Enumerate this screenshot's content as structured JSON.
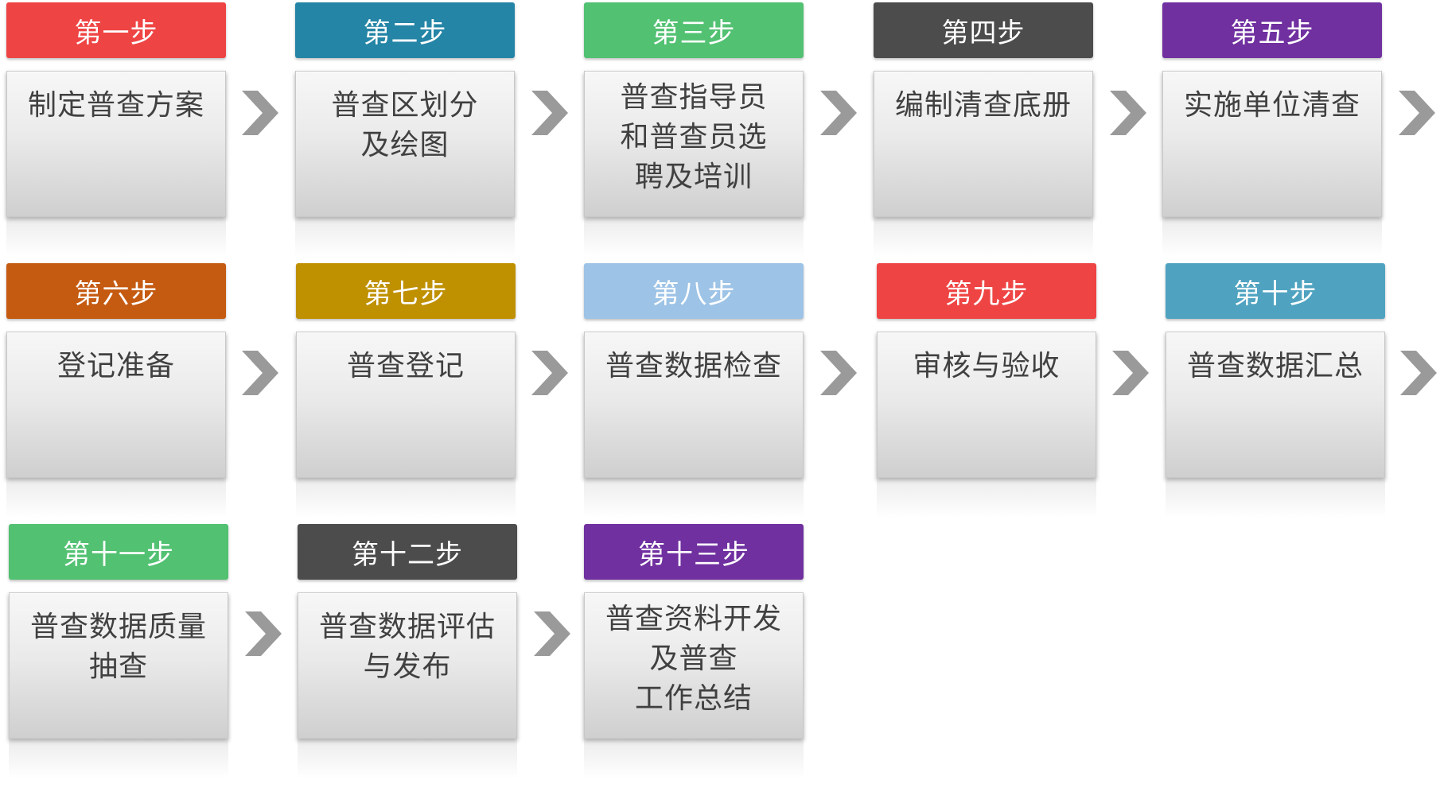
{
  "colors": {
    "red": "#ef4444",
    "teal": "#2485a6",
    "green": "#52c172",
    "dark": "#4c4c4c",
    "purple": "#7030a0",
    "orange": "#c55a11",
    "gold": "#bf9000",
    "lightblue": "#9dc3e6",
    "steelblue": "#4fa3c0",
    "arrow": "#9a9a9a"
  },
  "steps": [
    {
      "label": "第一步",
      "content": "制定普查方案",
      "color": "#ef4444"
    },
    {
      "label": "第二步",
      "content": "普查区划分\n及绘图",
      "color": "#2485a6"
    },
    {
      "label": "第三步",
      "content": "普查指导员\n和普查员选\n聘及培训",
      "color": "#52c172"
    },
    {
      "label": "第四步",
      "content": "编制清查底册",
      "color": "#4c4c4c"
    },
    {
      "label": "第五步",
      "content": "实施单位清查",
      "color": "#7030a0"
    },
    {
      "label": "第六步",
      "content": "登记准备",
      "color": "#c55a11"
    },
    {
      "label": "第七步",
      "content": "普查登记",
      "color": "#bf9000"
    },
    {
      "label": "第八步",
      "content": "普查数据检查",
      "color": "#9dc3e6"
    },
    {
      "label": "第九步",
      "content": "审核与验收",
      "color": "#ef4444"
    },
    {
      "label": "第十步",
      "content": "普查数据汇总",
      "color": "#4fa3c0"
    },
    {
      "label": "第十一步",
      "content": "普查数据质量\n抽查",
      "color": "#52c172"
    },
    {
      "label": "第十二步",
      "content": "普查数据评估\n与发布",
      "color": "#4c4c4c"
    },
    {
      "label": "第十三步",
      "content": "普查资料开发\n及普查\n工作总结",
      "color": "#7030a0"
    }
  ],
  "arrows": [
    {
      "icon": "chevron-right-icon"
    },
    {
      "icon": "chevron-right-icon"
    },
    {
      "icon": "chevron-right-icon"
    },
    {
      "icon": "chevron-right-icon"
    },
    {
      "icon": "chevron-right-icon"
    },
    {
      "icon": "chevron-right-icon"
    },
    {
      "icon": "chevron-right-icon"
    },
    {
      "icon": "chevron-right-icon"
    },
    {
      "icon": "chevron-right-icon"
    },
    {
      "icon": "chevron-right-icon"
    },
    {
      "icon": "chevron-right-icon"
    },
    {
      "icon": "chevron-right-icon"
    }
  ]
}
